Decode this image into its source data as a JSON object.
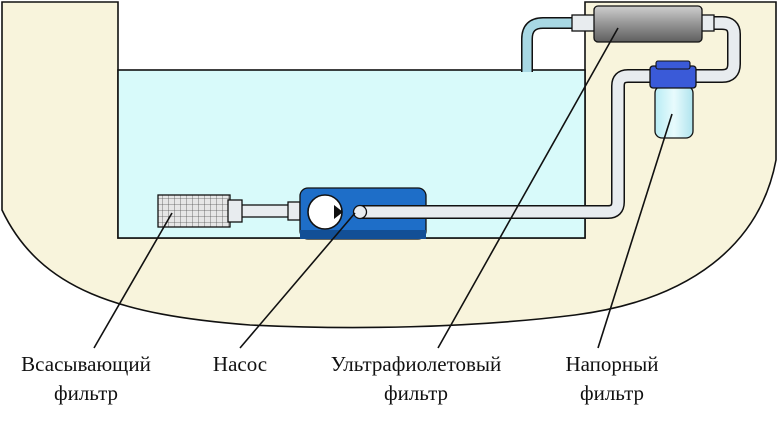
{
  "diagram": {
    "colors": {
      "ground": "#f8f4dc",
      "water": "#d8fafa",
      "pump": "#1e6ec8",
      "pipe": "#e8ecef",
      "hose": "#a8d8e4",
      "outline": "#111111",
      "uv_filter": "#8a8a8a",
      "pressure_filter_head": "#3a5ad8",
      "pressure_filter_body": "#cdf2f8"
    },
    "labels": {
      "suction_filter": {
        "line1": "Всасывающий",
        "line2": "фильтр"
      },
      "pump": {
        "line1": "Насос"
      },
      "uv_filter": {
        "line1": "Ультрафиолетовый",
        "line2": "фильтр"
      },
      "pressure_filter": {
        "line1": "Напорный",
        "line2": "фильтр"
      }
    }
  }
}
